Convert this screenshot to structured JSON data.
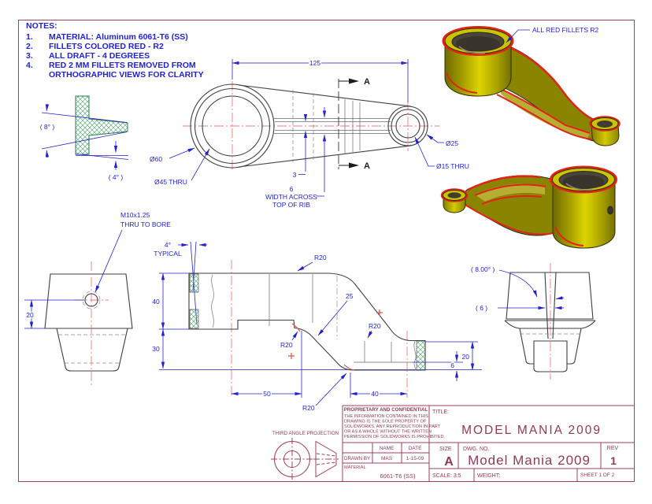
{
  "colors": {
    "dimension_blue": "#2323cd",
    "centerline_red": "#ef7a7a",
    "sheet_maroon": "#9e3f62",
    "hatch_green": "#3fa060",
    "edge_dark": "#3f3f3f",
    "iso_body_yellow": "#cbc300",
    "iso_body_olive": "#8a8500",
    "fillet_red": "#e02518"
  },
  "notes": {
    "title": "NOTES:",
    "items": [
      {
        "num": "1.",
        "line1": "MATERIAL: Aluminum 6061-T6 (SS)",
        "line2": ""
      },
      {
        "num": "2.",
        "line1": "FILLETS COLORED RED - R2",
        "line2": ""
      },
      {
        "num": "3.",
        "line1": "ALL DRAFT - 4 DEGREES",
        "line2": ""
      },
      {
        "num": "4.",
        "line1": "RED 2 MM FILLETS REMOVED FROM",
        "line2": "ORTHOGRAPHIC VIEWS FOR CLARITY"
      }
    ]
  },
  "rib_detail": {
    "angle_top": "( 8° )",
    "angle_bottom": "( 4° )"
  },
  "top_view": {
    "dim_length": "125",
    "section_label": "A",
    "dia_boss": "Ø60",
    "dia_bore": "Ø45 THRU",
    "dia_small_boss": "Ø25",
    "dia_small_bore": "Ø15 THRU",
    "dim_rib_top": "3",
    "dim_rib_width": "6",
    "rib_note_line1": "WIDTH ACROSS",
    "rib_note_line2": "TOP OF RIB"
  },
  "iso_views": {
    "fillet_note": "ALL RED FILLETS R2"
  },
  "front_view": {
    "thread_line1": "M10x1.25",
    "thread_line2": "THRU TO BORE",
    "dim_hole_depth": "20"
  },
  "height_dims": {
    "draft_angle": "4°",
    "draft_word": "TYPICAL",
    "dim_upper": "40",
    "dim_lower": "30"
  },
  "section_view": {
    "radius_labels": [
      "R20",
      "R20",
      "R20",
      "R20"
    ],
    "dim_web_thickness": "25",
    "dim_left": "50",
    "dim_right": "40",
    "dim_height": "20",
    "dim_flange": "6"
  },
  "end_view": {
    "angle": "( 8.00° )",
    "rib_width": "( 6 )"
  },
  "projection": {
    "label": "THIRD ANGLE PROJECTION"
  },
  "title_block": {
    "proprietary_title": "PROPRIETARY AND CONFIDENTIAL",
    "proprietary_lines": [
      "THE INFORMATION CONTAINED IN THIS",
      "DRAWING IS THE SOLE PROPERTY OF",
      "SOLIDWORKS. ANY REPRODUCTION IN PART",
      "OR AS A WHOLE WITHOUT THE WRITTEN",
      "PERMISSION OF SOLIDWORKS IS PROHIBITED."
    ],
    "name_header": "NAME",
    "date_header": "DATE",
    "drawn_by_label": "DRAWN BY",
    "drawn_by_name": "MAS",
    "drawn_by_date": "1-15-09",
    "material_label": "MATERIAL",
    "material_value": "6061-T6 (SS)",
    "title_label": "TITLE:",
    "title": "MODEL MANIA 2009",
    "size_label": "SIZE",
    "size": "A",
    "dwg_label": "DWG. NO.",
    "dwg_no": "Model Mania 2009",
    "rev_label": "REV",
    "rev": "1",
    "scale": "SCALE: 3:5",
    "weight": "WEIGHT:",
    "sheet": "SHEET 1 OF 2"
  }
}
